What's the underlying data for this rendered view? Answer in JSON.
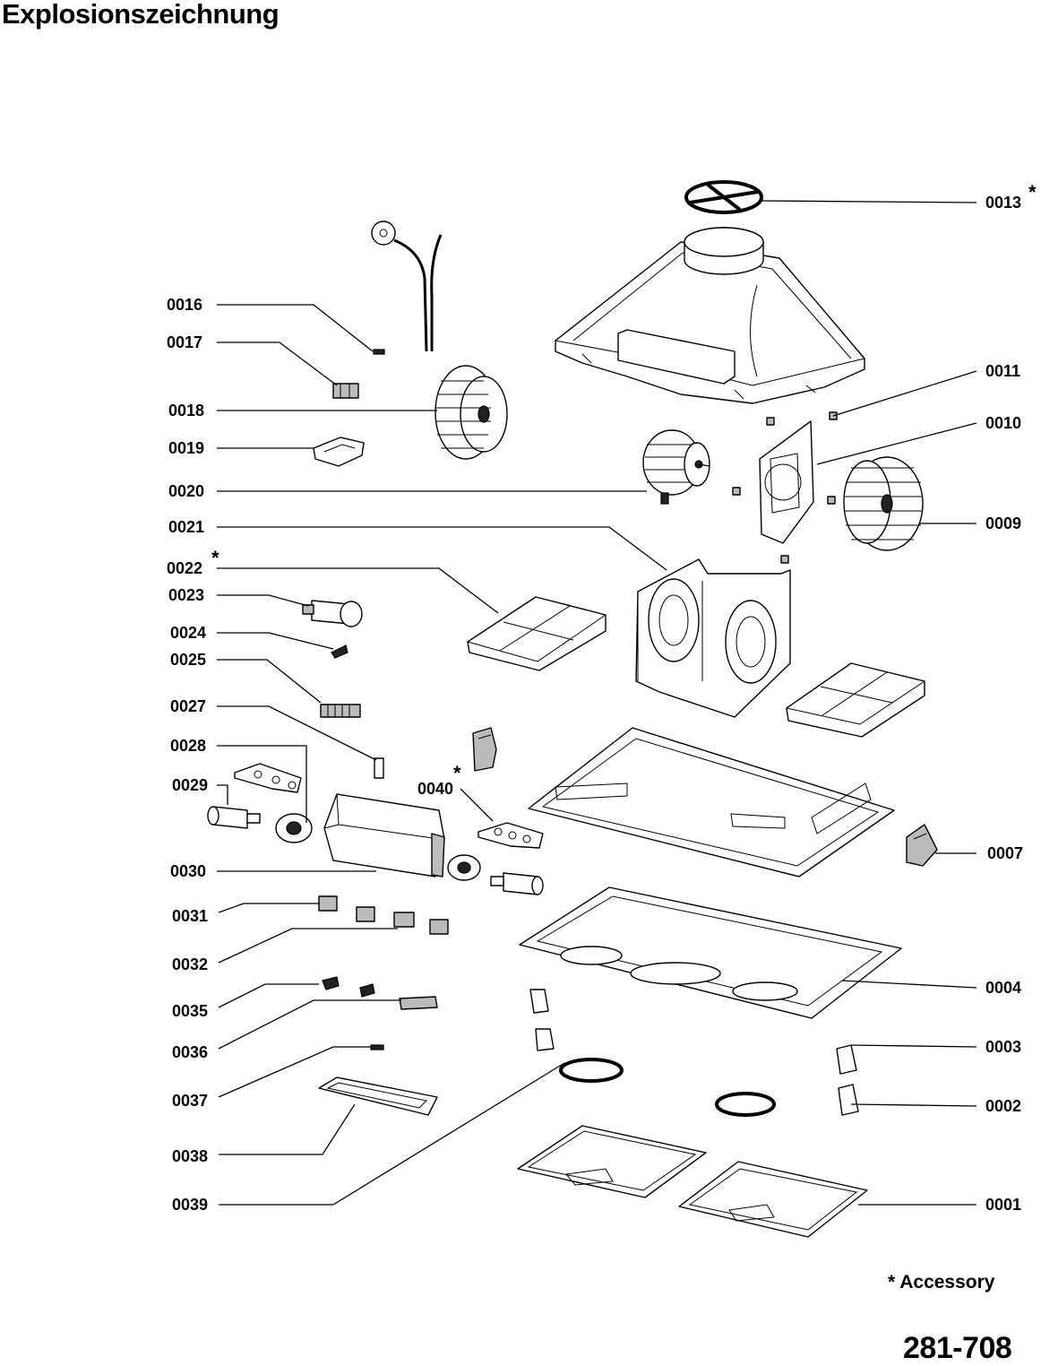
{
  "title": "Explosionszeichnung",
  "drawing_number": "281-708",
  "accessory_note": "* Accessory",
  "accessory_mark": "*",
  "part_labels": {
    "p0001": "0001",
    "p0002": "0002",
    "p0003": "0003",
    "p0004": "0004",
    "p0007": "0007",
    "p0009": "0009",
    "p0010": "0010",
    "p0011": "0011",
    "p0013": "0013",
    "p0016": "0016",
    "p0017": "0017",
    "p0018": "0018",
    "p0019": "0019",
    "p0020": "0020",
    "p0021": "0021",
    "p0022": "0022",
    "p0023": "0023",
    "p0024": "0024",
    "p0025": "0025",
    "p0027": "0027",
    "p0028": "0028",
    "p0029": "0029",
    "p0030": "0030",
    "p0031": "0031",
    "p0032": "0032",
    "p0035": "0035",
    "p0036": "0036",
    "p0037": "0037",
    "p0038": "0038",
    "p0039": "0039",
    "p0040": "0040"
  }
}
